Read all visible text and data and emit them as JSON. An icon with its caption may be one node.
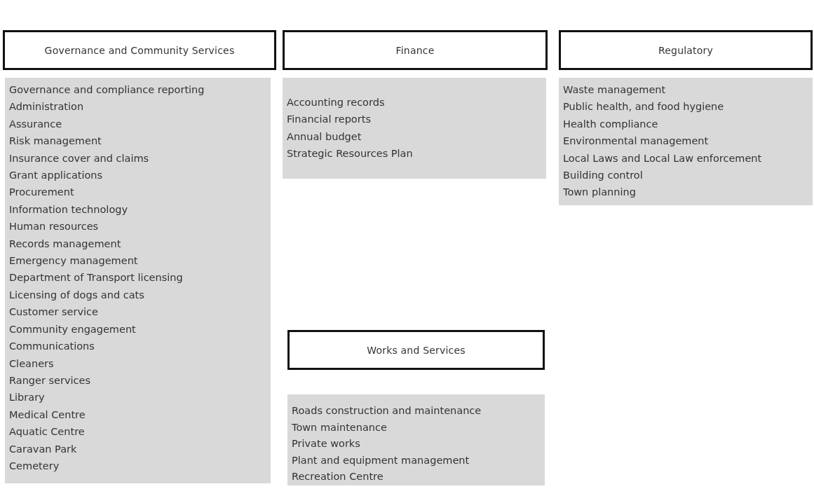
{
  "diagram": {
    "nodes": [
      {
        "text": [
          "Governance and Community Services"
        ]
      },
      {
        "text": [
          "Governance and compliance reporting",
          "Administration",
          "Assurance",
          "Risk management",
          "Insurance cover and claims",
          "Grant applications",
          "Procurement",
          "Information technology",
          "Human resources",
          "Records management",
          "Emergency management",
          "Department of Transport licensing",
          "Licensing of dogs and cats",
          "Customer service",
          "Community engagement",
          "Communications",
          "Cleaners",
          "Ranger services",
          "Library",
          "Medical Centre",
          "Aquatic Centre",
          "Caravan Park",
          "Cemetery"
        ]
      },
      {
        "text": [
          "Finance"
        ]
      },
      {
        "text": [
          "Accounting records",
          "Financial reports",
          "Annual budget",
          "Strategic Resources Plan"
        ]
      },
      {
        "text": [
          "Regulatory"
        ]
      },
      {
        "text": [
          "Waste management",
          "Public health, and food hygiene",
          "Health compliance",
          "Environmental management",
          "Local Laws and Local Law enforcement",
          "Building control",
          "Town planning"
        ]
      },
      {
        "text": [
          "Works and Services"
        ]
      },
      {
        "text": [
          "Roads construction and maintenance",
          "Town maintenance",
          "Private works",
          "Plant and equipment management",
          "Recreation Centre"
        ]
      }
    ],
    "edges": []
  }
}
